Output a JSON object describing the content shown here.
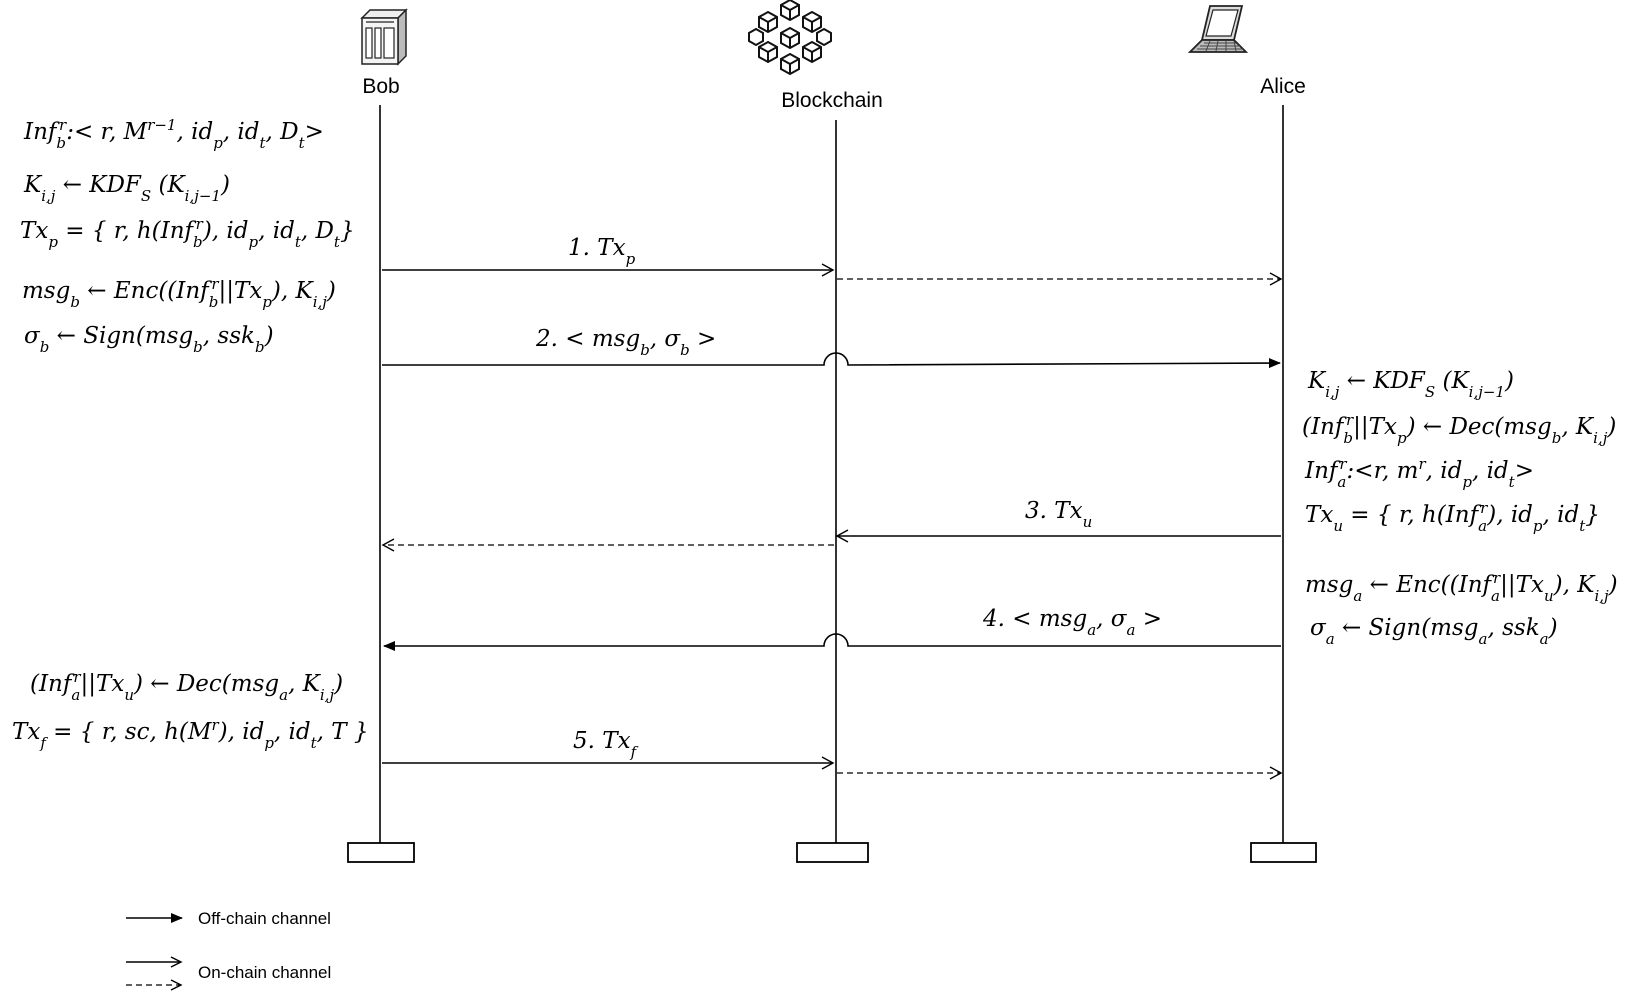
{
  "participants": {
    "bob": {
      "name": "Bob",
      "icon": "server-icon"
    },
    "blockchain": {
      "name": "Blockchain",
      "icon": "blockchain-icon"
    },
    "alice": {
      "name": "Alice",
      "icon": "laptop-icon"
    }
  },
  "messages": {
    "m1": "1. Tx_p",
    "m2": "2. < msg_b, σ_b >",
    "m3": "3. Tx_u",
    "m4": "4. < msg_a, σ_a >",
    "m5": "5. Tx_f"
  },
  "bob_notes": {
    "n1": "Inf_b^r: < r, M^(r−1), id_p, id_t, D_t >",
    "n2": "K_(i,j) ← KDF_S (K_(i,j−1))",
    "n3": "Tx_p = { r, h(Inf_b^r), id_p, id_t, D_t }",
    "n4": "msg_b ← Enc((Inf_b^r||Tx_p), K_(i,j))",
    "n5": "σ_b ← Sign(msg_b, ssk_b)",
    "n6": "(Inf_a^r||Tx_u) ← Dec(msg_a, K_(i,j))",
    "n7": "Tx_f = { r, sc, h(M^r), id_p, id_t, T }"
  },
  "alice_notes": {
    "n1": "K_(i,j) ← KDF_S (K_(i,j−1))",
    "n2": "(Inf_b^r||Tx_p) ← Dec(msg_b, K_(i,j))",
    "n3": "Inf_a^r: <r, m^r, id_p, id_t>",
    "n4": "Tx_u = { r, h(Inf_a^r), id_p, id_t }",
    "n5": "msg_a ← Enc((Inf_a^r||Tx_u), K_(i,j))",
    "n6": "σ_a ← Sign(msg_a, ssk_a)"
  },
  "legend": {
    "offchain": "Off-chain channel",
    "onchain": "On-chain channel"
  }
}
